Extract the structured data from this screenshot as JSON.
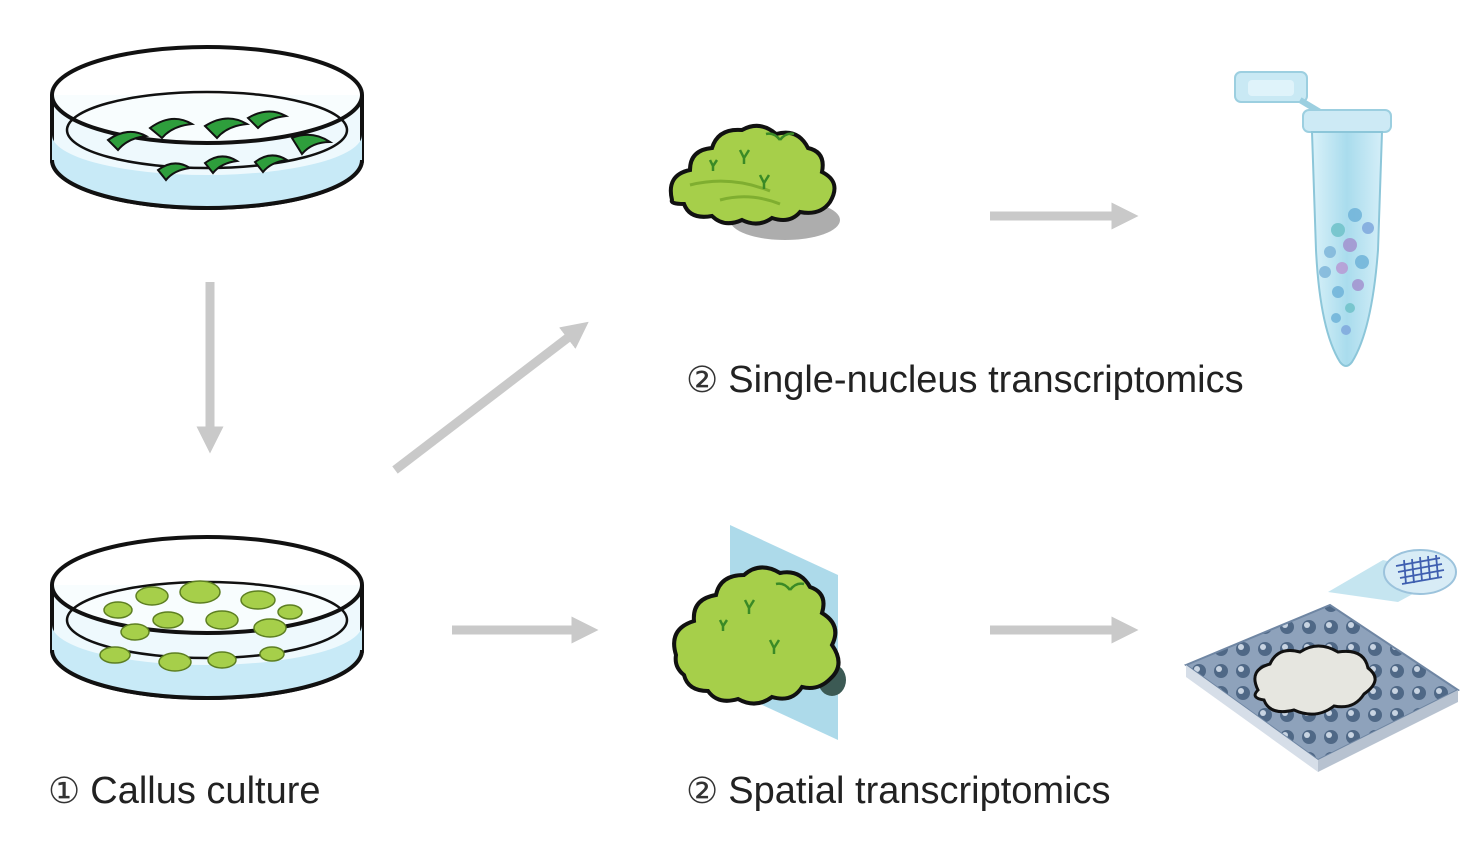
{
  "labels": {
    "callus": {
      "number": "①",
      "text": "Callus culture"
    },
    "single_nucleus": {
      "number": "②",
      "text": "Single-nucleus transcriptomics"
    },
    "spatial": {
      "number": "②",
      "text": "Spatial transcriptomics"
    }
  },
  "colors": {
    "arrow": "#c9c9c9",
    "leaf": "#2e9e3c",
    "callus": "#a6cf4a",
    "callus_dark": "#6e9a2c",
    "medium": "#c8eaf7",
    "section_plane": "#9fd3e6",
    "tube": "#b9e4f2",
    "chip": "#8fa4bf"
  },
  "icons": [
    "petri-dish-leaves-icon",
    "petri-dish-callus-icon",
    "callus-icon",
    "sectioned-callus-icon",
    "microtube-icon",
    "spatial-chip-icon"
  ]
}
